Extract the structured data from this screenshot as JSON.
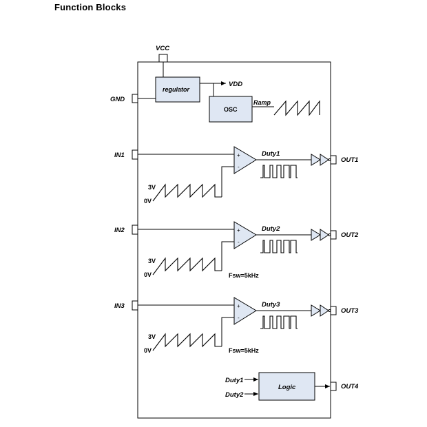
{
  "heading": "Function Blocks",
  "diagram": {
    "pins": {
      "vcc": "VCC",
      "gnd": "GND",
      "in1": "IN1",
      "in2": "IN2",
      "in3": "IN3",
      "out1": "OUT1",
      "out2": "OUT2",
      "out3": "OUT3",
      "out4": "OUT4"
    },
    "blocks": {
      "regulator": "regulator",
      "osc": "OSC",
      "logic": "Logic"
    },
    "signals": {
      "vdd": "VDD",
      "ramp": "Ramp",
      "duty1": "Duty1",
      "duty2": "Duty2",
      "duty3": "Duty3",
      "logic_in1": "Duty1",
      "logic_in2": "Duty2"
    },
    "ramp_levels": {
      "high": "3V",
      "low": "0V"
    },
    "frequency_label": "Fsw=5kHz",
    "comparator_signs": {
      "plus": "+",
      "minus": "-"
    }
  }
}
